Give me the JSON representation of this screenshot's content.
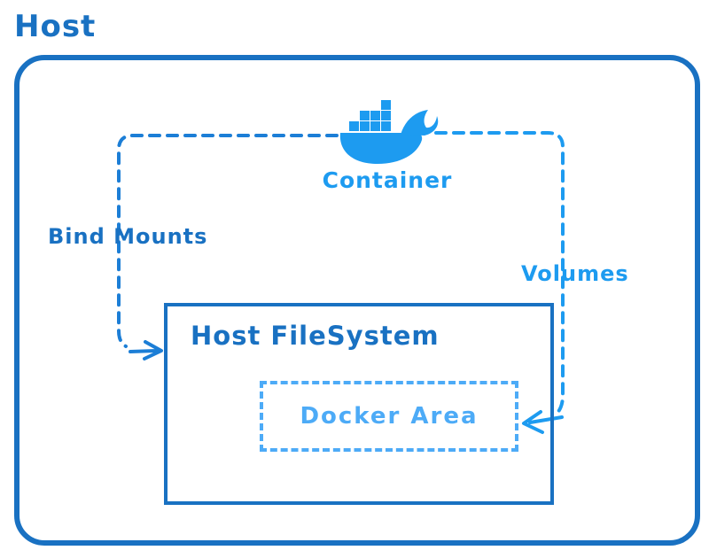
{
  "diagram": {
    "title": "Host",
    "nodes": [
      {
        "id": "container",
        "label": "Container",
        "icon": "docker-whale-icon"
      },
      {
        "id": "host-filesystem",
        "label": "Host FileSystem"
      },
      {
        "id": "docker-area",
        "label": "Docker Area"
      }
    ],
    "edges": [
      {
        "id": "bind-mounts",
        "label": "Bind Mounts",
        "from": "container",
        "to": "host-filesystem",
        "style": "dashed-arrow"
      },
      {
        "id": "volumes",
        "label": "Volumes",
        "from": "container",
        "to": "docker-area",
        "style": "dashed-arrow"
      }
    ],
    "colors": {
      "dark_blue": "#1971c2",
      "edge_dark": "#1c7ed6",
      "docker_blue": "#1d9bf0",
      "area_blue": "#4dabf7",
      "background": "#ffffff"
    }
  }
}
